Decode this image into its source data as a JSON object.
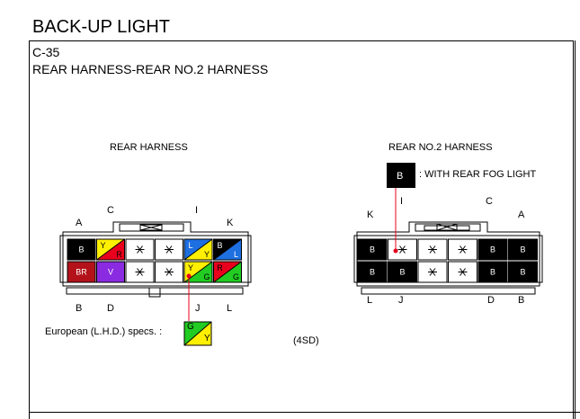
{
  "page_title": "BACK-UP LIGHT",
  "connector": {
    "code": "C-35",
    "title": "REAR HARNESS-REAR NO.2 HARNESS"
  },
  "left_connector": {
    "title": "REAR HARNESS",
    "top_letters": [
      "A",
      "C",
      "I",
      "K"
    ],
    "bottom_letters": [
      "B",
      "D",
      "J",
      "L"
    ],
    "row1": [
      {
        "bg": "#000000",
        "label": "B",
        "fg": "#ffffff"
      },
      {
        "split": [
          "#ffef00",
          "#e8001c"
        ],
        "labels": [
          "Y",
          "R"
        ]
      },
      {
        "star": true
      },
      {
        "star": true
      },
      {
        "split": [
          "#1e6fe0",
          "#ffef00"
        ],
        "labels": [
          "L",
          "Y"
        ]
      },
      {
        "split": [
          "#000000",
          "#1e6fe0"
        ],
        "labels": [
          "B",
          "L"
        ]
      }
    ],
    "row2": [
      {
        "bg": "#b3121a",
        "label": "BR",
        "fg": "#ffffff"
      },
      {
        "bg": "#8a2be2",
        "label": "V",
        "fg": "#ffffff"
      },
      {
        "star": true
      },
      {
        "star": true
      },
      {
        "split": [
          "#ffef00",
          "#22cc22"
        ],
        "labels": [
          "Y",
          "G"
        ]
      },
      {
        "split": [
          "#e8001c",
          "#22cc22"
        ],
        "labels": [
          "R",
          "G"
        ]
      }
    ]
  },
  "right_connector": {
    "title": "REAR NO.2 HARNESS",
    "top_letters": [
      "K",
      "I",
      "C",
      "A"
    ],
    "bottom_letters": [
      "L",
      "J",
      "D",
      "B"
    ],
    "row1": [
      "B",
      "*",
      "*",
      "*",
      "B",
      "B"
    ],
    "row2": [
      "B",
      "B",
      "*",
      "*",
      "B",
      "B"
    ]
  },
  "fog_note": {
    "box_label": "B",
    "text": ": WITH REAR FOG LIGHT"
  },
  "european_note": {
    "text": "European (L.H.D.) specs. :",
    "box_labels": [
      "G",
      "Y"
    ]
  },
  "model_note": "(4SD)",
  "colors": {
    "red_line": "#e8001c",
    "black": "#000000",
    "yellow": "#ffef00",
    "green": "#22cc22"
  }
}
